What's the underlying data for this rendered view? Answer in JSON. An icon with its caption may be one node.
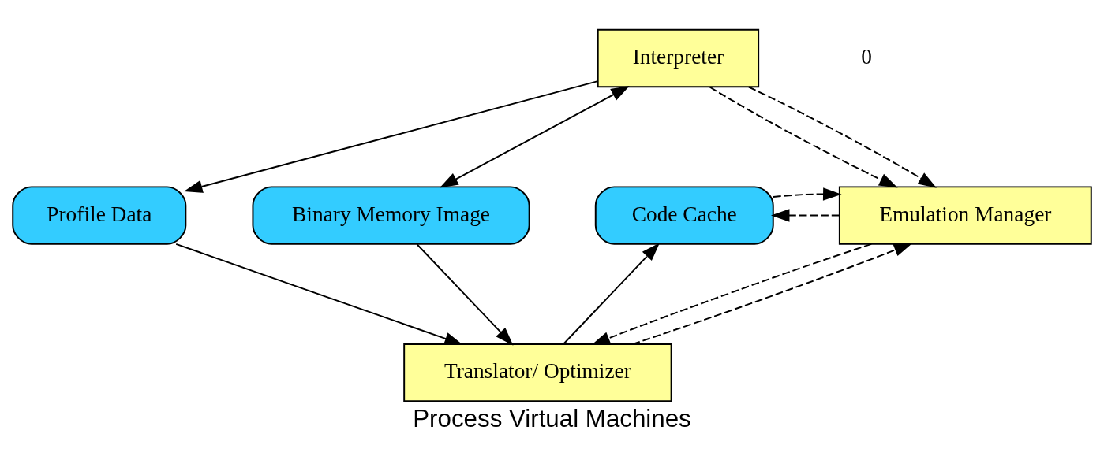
{
  "diagram": {
    "caption": "Process Virtual Machines",
    "nodes": [
      {
        "text": [
          "Interpreter"
        ]
      },
      {
        "text": [
          "Profile Data"
        ]
      },
      {
        "text": [
          "Binary Memory Image"
        ]
      },
      {
        "text": [
          "Code Cache"
        ]
      },
      {
        "text": [
          "Emulation Manager"
        ]
      },
      {
        "text": [
          "Translator/ Optimizer"
        ]
      }
    ],
    "edges": [
      {
        "from": 0,
        "to": 1,
        "arrow": "to"
      },
      {
        "from": 0,
        "to": 2,
        "arrow": "both"
      },
      {
        "from": 0,
        "to": 4,
        "arrow": "to",
        "style": "dashed"
      },
      {
        "from": 0,
        "to": 4,
        "arrow": "to",
        "style": "dashed"
      },
      {
        "from": 4,
        "to": 3,
        "arrow": "to",
        "style": "dashed"
      },
      {
        "from": 3,
        "to": 4,
        "arrow": "to",
        "style": "dashed"
      },
      {
        "from": 1,
        "to": 5,
        "arrow": "to"
      },
      {
        "from": 2,
        "to": 5,
        "arrow": "to"
      },
      {
        "from": 5,
        "to": 3,
        "arrow": "to"
      },
      {
        "from": 4,
        "to": 5,
        "arrow": "to",
        "style": "dashed"
      },
      {
        "from": 5,
        "to": 4,
        "arrow": "to",
        "style": "dashed"
      }
    ],
    "labels": [
      "0"
    ]
  }
}
